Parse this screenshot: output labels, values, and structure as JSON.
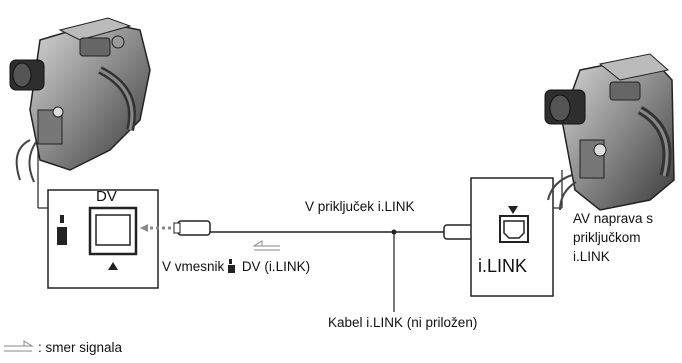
{
  "left_port": {
    "label": "DV"
  },
  "right_port": {
    "label": "i.LINK"
  },
  "labels": {
    "right_jack": "V priključek i.LINK",
    "left_jack_prefix": "V vmesnik",
    "left_jack_suffix": "DV (i.LINK)",
    "device_line1": "AV naprava s",
    "device_line2": "priključkom",
    "device_line3": "i.LINK",
    "cable": "Kabel i.LINK (ni priložen)"
  },
  "legend": {
    "text": ": smer signala"
  },
  "colors": {
    "line": "#222222",
    "camera_dark": "#3a3a3a",
    "camera_mid": "#8a8a8a",
    "camera_light": "#cfcfcf",
    "signal_arrow": "#8a8a8a"
  },
  "icons": [
    "camcorder-icon",
    "camcorder-icon",
    "ilink-icon",
    "dv-port-icon",
    "signal-arrow-icon"
  ]
}
